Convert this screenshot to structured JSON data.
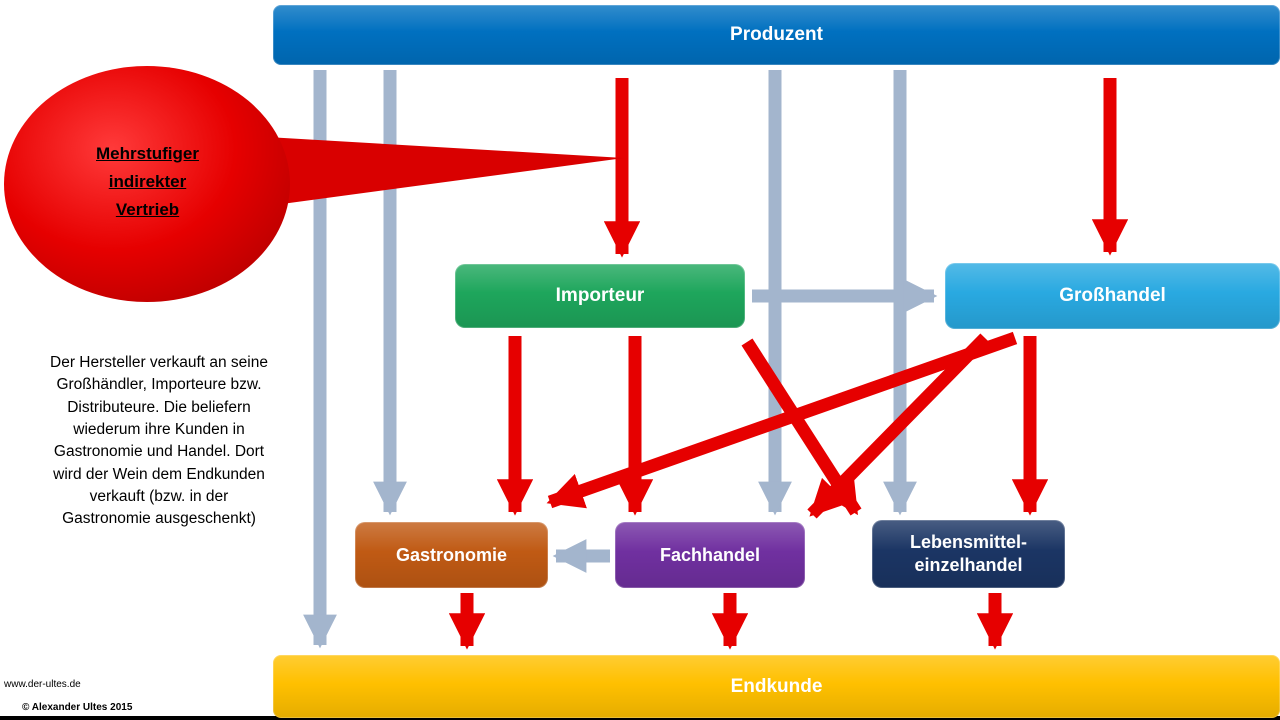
{
  "callout": {
    "text": "Mehrstufiger\nindirekter\nVertrieb"
  },
  "nodes": {
    "produzent": {
      "label": "Produzent",
      "color": "#0070C0"
    },
    "importeur": {
      "label": "Importeur",
      "color": "#1EA65C"
    },
    "grosshandel": {
      "label": "Großhandel",
      "color": "#29A9E1"
    },
    "gastronomie": {
      "label": "Gastronomie",
      "color": "#C05A14"
    },
    "lebensmitteleinzelhandel": {
      "label": "Lebensmittel-\neinzelhandel",
      "color": "#1B3564"
    },
    "fachhandel": {
      "label": "Fachhandel",
      "color": "#7030A0"
    },
    "endkunde": {
      "label": "Endkunde",
      "color": "#FFC000"
    }
  },
  "description": "Der Hersteller verkauft an seine\nGroßhändler, Importeure bzw.\nDistributeure. Die beliefern\nwiederum ihre Kunden in\nGastronomie und Handel. Dort\nwird der Wein dem Endkunden\nverkauft (bzw. in der\nGastronomie ausgeschenkt)",
  "footer": {
    "website": "www.der-ultes.de",
    "copyright": "© Alexander Ultes 2015"
  },
  "colors": {
    "red_arrow": "#E60000",
    "gray_arrow": "#A3B5CD",
    "callout_fill": "#D90000"
  }
}
